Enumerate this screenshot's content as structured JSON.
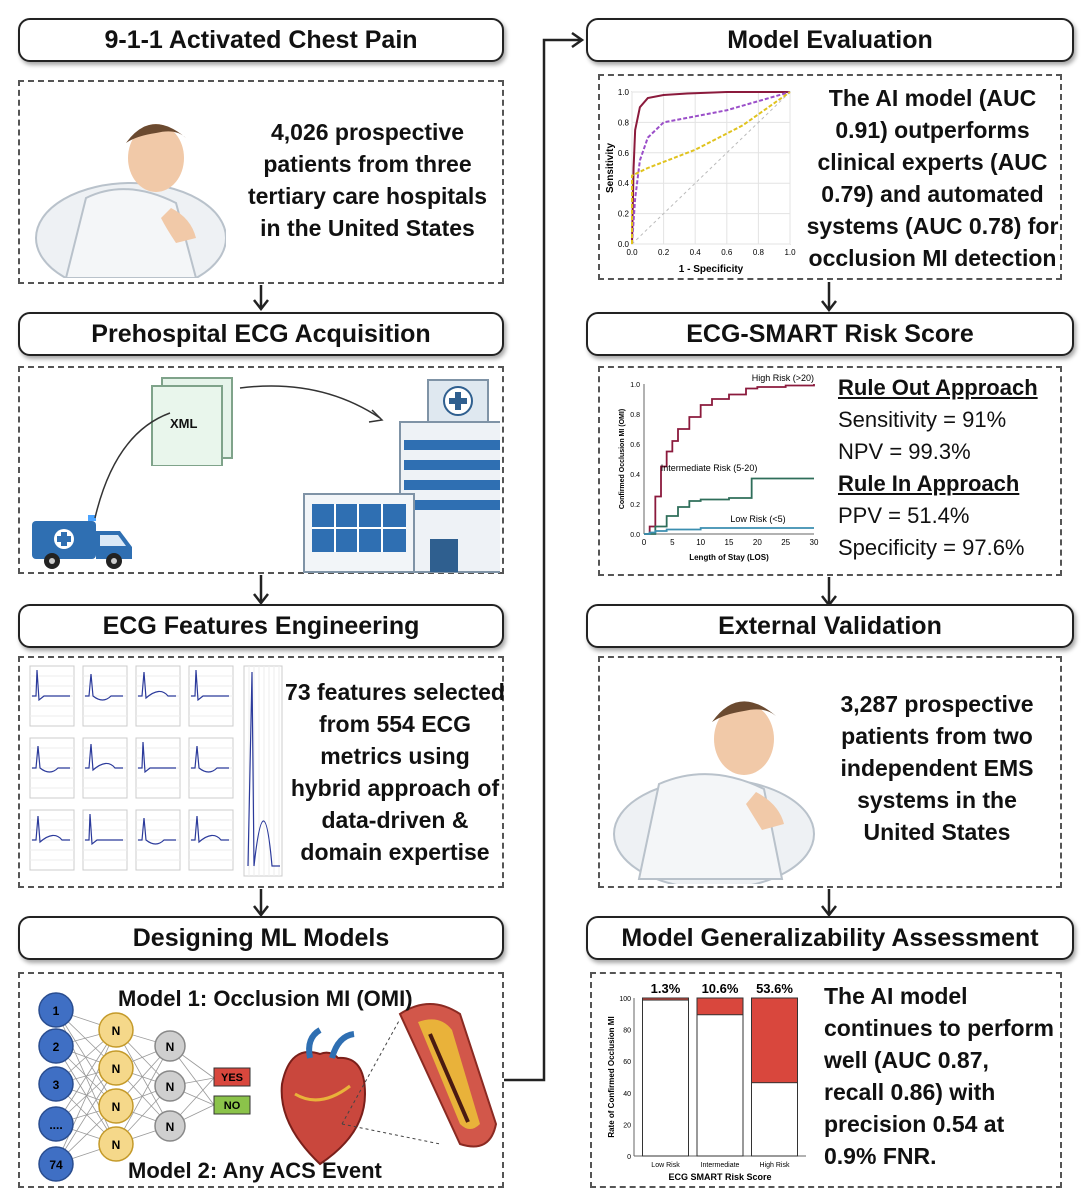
{
  "left": {
    "h1": "9-1-1 Activated Chest Pain",
    "p1_text": "4,026 prospective patients from three tertiary care hospitals in the United States",
    "h2": "Prehospital ECG Acquisition",
    "xml_label": "XML",
    "h3": "ECG Features Engineering",
    "p3_text": "73 features selected from 554 ECG metrics using hybrid approach of data-driven & domain expertise",
    "h4": "Designing ML Models",
    "model1": "Model 1: Occlusion MI (OMI)",
    "model2": "Model 2: Any ACS Event",
    "input_nodes": [
      "1",
      "2",
      "3",
      "....",
      "74"
    ],
    "hidden_label": "N",
    "yes": "YES",
    "no": "NO"
  },
  "right": {
    "h1": "Model Evaluation",
    "p1_text": "The AI model (AUC 0.91) outperforms clinical experts (AUC 0.79) and automated systems (AUC 0.78) for occlusion MI detection",
    "h2": "ECG-SMART Risk Score",
    "rule_out": "Rule Out Approach",
    "sens": "Sensitivity = 91%",
    "npv": "NPV = 99.3%",
    "rule_in": "Rule In Approach",
    "ppv": "PPV = 51.4%",
    "spec": "Specificity = 97.6%",
    "h3": "External Validation",
    "p3_text": "3,287 prospective patients from two independent EMS systems in the United States",
    "h4": "Model Generalizability Assessment",
    "p4_text": "The AI model continues to perform well (AUC 0.87, recall 0.86) with precision 0.54 at 0.9% FNR."
  },
  "colors": {
    "ai": "#8b1a3c",
    "clinician": "#9b4fc9",
    "auto": "#e0c31f",
    "red": "#d9473d",
    "blue_node": "#3f6fc4",
    "yellow_node": "#f5d88a",
    "grey_node": "#cfcfcf"
  },
  "chart_data": [
    {
      "type": "line",
      "xlabel": "1 - Specificity",
      "ylabel": "Sensitivity",
      "xlim": [
        0,
        1
      ],
      "ylim": [
        0,
        1
      ],
      "ticks": [
        "0.0",
        "0.2",
        "0.4",
        "0.6",
        "0.8",
        "1.0"
      ],
      "series": [
        {
          "x": [
            0,
            0.01,
            0.02,
            0.05,
            0.1,
            0.2,
            0.35,
            0.6,
            1.0
          ],
          "y": [
            0,
            0.5,
            0.75,
            0.9,
            0.96,
            0.98,
            0.99,
            1.0,
            1.0
          ]
        },
        {
          "x": [
            0,
            0.02,
            0.05,
            0.1,
            0.2,
            0.4,
            0.6,
            0.8,
            1.0
          ],
          "y": [
            0,
            0.3,
            0.55,
            0.7,
            0.8,
            0.84,
            0.88,
            0.94,
            1.0
          ]
        },
        {
          "x": [
            0,
            0.0,
            0.1,
            0.4,
            0.7,
            1.0
          ],
          "y": [
            0,
            0.45,
            0.5,
            0.62,
            0.78,
            1.0
          ]
        }
      ]
    },
    {
      "type": "line",
      "xlabel": "Length of Stay (LOS)",
      "ylabel": "Confirmed Occlusion MI (OMI)",
      "xlim": [
        0,
        30
      ],
      "ylim": [
        0,
        1
      ],
      "xticks": [
        "0",
        "5",
        "10",
        "15",
        "20",
        "25",
        "30"
      ],
      "yticks": [
        "0.0",
        "0.2",
        "0.4",
        "0.6",
        "0.8",
        "1.0"
      ],
      "series": [
        {
          "name": "High Risk (>20)",
          "x": [
            0,
            1,
            2,
            3,
            4,
            5,
            6,
            8,
            10,
            12,
            15,
            18,
            20,
            25,
            30
          ],
          "y": [
            0,
            0.05,
            0.25,
            0.45,
            0.55,
            0.62,
            0.7,
            0.78,
            0.86,
            0.9,
            0.93,
            0.97,
            0.98,
            0.99,
            1.0
          ]
        },
        {
          "name": "Intermediate Risk (5-20)",
          "x": [
            0,
            2,
            4,
            6,
            8,
            10,
            15,
            18,
            19,
            25,
            30
          ],
          "y": [
            0,
            0.05,
            0.12,
            0.18,
            0.22,
            0.23,
            0.24,
            0.24,
            0.37,
            0.37,
            0.37
          ]
        },
        {
          "name": "Low Risk (<5)",
          "x": [
            0,
            1,
            2,
            4,
            6,
            10,
            15,
            20,
            30
          ],
          "y": [
            0,
            0.01,
            0.02,
            0.03,
            0.03,
            0.04,
            0.04,
            0.04,
            0.04
          ]
        }
      ]
    },
    {
      "type": "bar",
      "xlabel": "ECG SMART Risk Score",
      "ylabel": "Rate of Confirmed Occlusion MI",
      "categories": [
        "Low Risk",
        "Intermediate",
        "High Risk"
      ],
      "values": [
        1.3,
        10.6,
        53.6
      ],
      "labels": [
        "1.3%",
        "10.6%",
        "53.6%"
      ],
      "ylim": [
        0,
        100
      ],
      "yticks": [
        "0",
        "20",
        "40",
        "60",
        "80",
        "100"
      ]
    }
  ]
}
